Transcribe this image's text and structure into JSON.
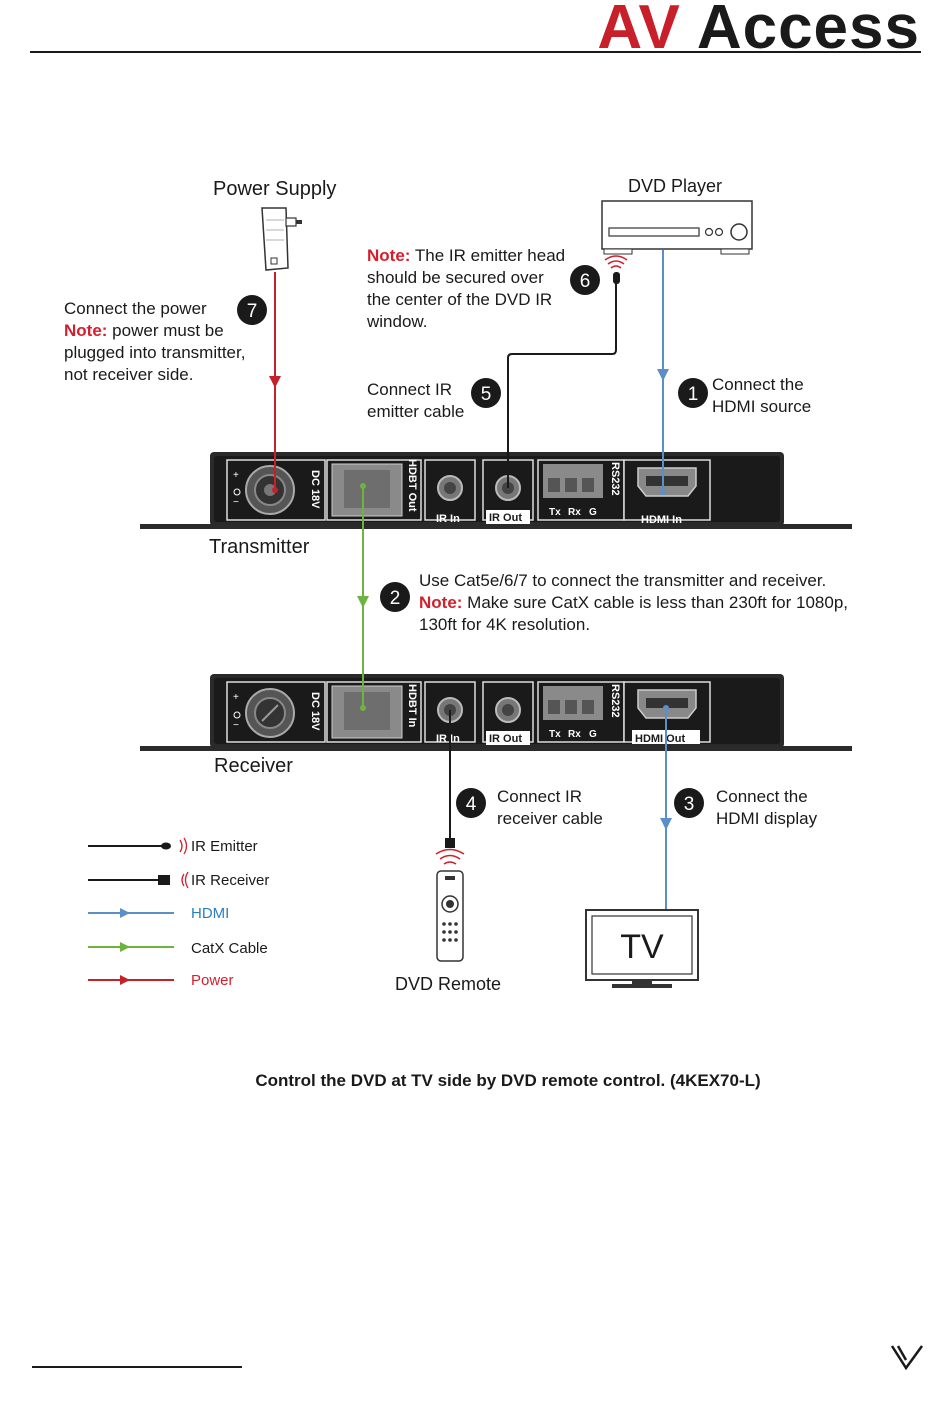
{
  "header": {
    "logo_av": "AV",
    "logo_access": "Access"
  },
  "devices": {
    "power_supply": "Power Supply",
    "dvd_player": "DVD Player",
    "transmitter": "Transmitter",
    "receiver": "Receiver",
    "dvd_remote": "DVD Remote",
    "tv": "TV"
  },
  "ports": {
    "dc": "DC 18V",
    "hdbt_out": "HDBT Out",
    "hdbt_in": "HDBT In",
    "ir_in": "IR In",
    "ir_out": "IR Out",
    "rs232": "RS232",
    "tx": "Tx",
    "rx": "Rx",
    "g": "G",
    "hdmi_in": "HDMI In",
    "hdmi_out": "HDMI Out"
  },
  "steps": {
    "s1": {
      "num": "1",
      "lines": [
        "Connect the",
        "HDMI source"
      ]
    },
    "s2": {
      "num": "2",
      "line1": "Use Cat5e/6/7 to connect the transmitter and receiver.",
      "note_label": "Note:",
      "note_text": " Make sure CatX cable is less than 230ft for 1080p,",
      "line3": "130ft for 4K resolution."
    },
    "s3": {
      "num": "3",
      "lines": [
        "Connect the",
        "HDMI display"
      ]
    },
    "s4": {
      "num": "4",
      "lines": [
        "Connect IR",
        "receiver cable"
      ]
    },
    "s5": {
      "num": "5",
      "lines": [
        "Connect IR",
        "emitter cable"
      ]
    },
    "s6": {
      "num": "6",
      "note_label": "Note:",
      "note_text": " The IR emitter head",
      "lines": [
        "should be secured over",
        "the center of the DVD IR",
        "window."
      ]
    },
    "s7": {
      "num": "7",
      "line1": "Connect the power",
      "note_label": "Note:",
      "note_text": " power must be",
      "lines": [
        "plugged into transmitter,",
        "not receiver side."
      ]
    }
  },
  "legend": {
    "items": [
      {
        "label": "IR Emitter",
        "color": "#1a1a1a"
      },
      {
        "label": "IR Receiver",
        "color": "#1a1a1a"
      },
      {
        "label": "HDMI",
        "color": "#2a7fc0"
      },
      {
        "label": "CatX Cable",
        "color": "#1a1a1a"
      },
      {
        "label": "Power",
        "color": "#d3202e"
      }
    ]
  },
  "colors": {
    "hdmi": "#5b8fc7",
    "catx": "#6db33f",
    "power": "#c8202b",
    "ir": "#1a1a1a",
    "accent": "#c8202b"
  },
  "caption": "Control the DVD at TV side by DVD remote control. (4KEX70-L)"
}
